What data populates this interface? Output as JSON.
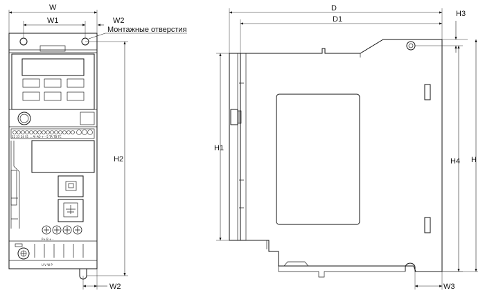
{
  "dimensions": {
    "W": "W",
    "W1": "W1",
    "W2_top": "W2",
    "W2_bottom": "W2",
    "H2": "H2",
    "H1": "H1",
    "H4": "H4",
    "H": "H",
    "H3": "H3",
    "D": "D",
    "D1": "D1",
    "W3": "W3"
  },
  "callout": {
    "mounting_holes": "Монтажные отверстия"
  },
  "terminals": {
    "top_row": "22 23 24 S1 ... AI AO + - 5 TA TB TC",
    "power_top": "P+ B + -",
    "power_bottom": "U V W P"
  }
}
